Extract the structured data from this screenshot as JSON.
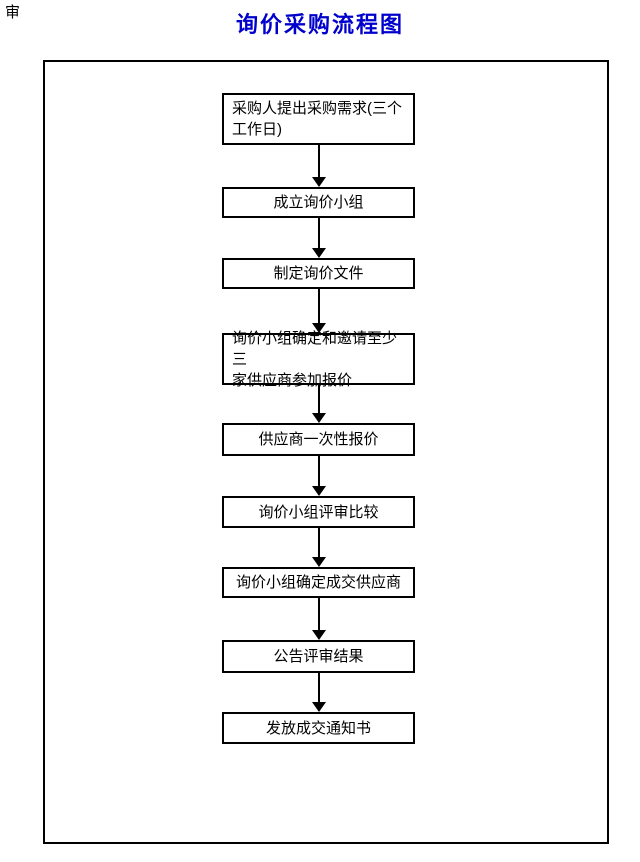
{
  "page": {
    "corner_char": "审",
    "title": "询价采购流程图"
  },
  "colors": {
    "title": "#0000CC",
    "line": "#000000",
    "background": "#FFFFFF"
  },
  "flow": {
    "steps": [
      {
        "label": "采购人提出采购需求(三个\n工作日)"
      },
      {
        "label": "成立询价小组"
      },
      {
        "label": "制定询价文件"
      },
      {
        "label": "询价小组确定和邀请至少三\n家供应商参加报价"
      },
      {
        "label": "供应商一次性报价"
      },
      {
        "label": "询价小组评审比较"
      },
      {
        "label": "询价小组确定成交供应商"
      },
      {
        "label": "公告评审结果"
      },
      {
        "label": "发放成交通知书"
      }
    ]
  }
}
